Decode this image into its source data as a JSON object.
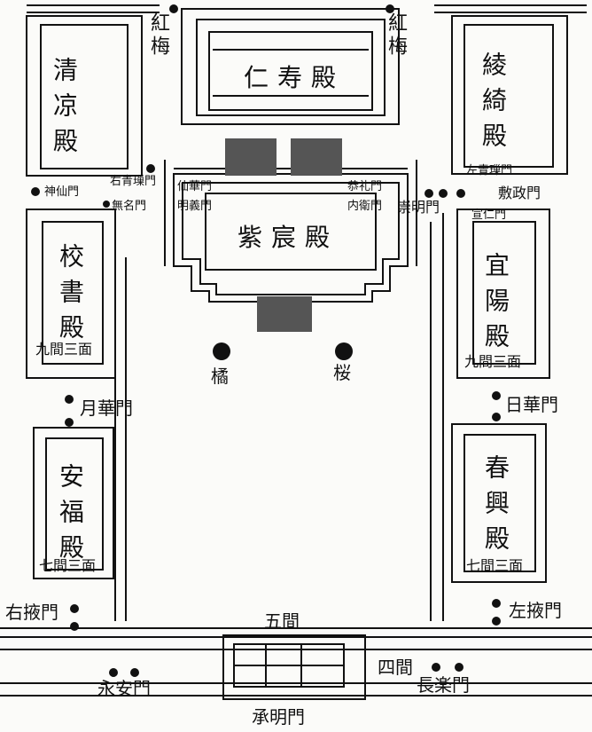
{
  "halls": {
    "jijuden": "仁寿殿",
    "shishinden": "紫宸殿",
    "seiryoden": "清凉殿",
    "ryokiden": "綾綺殿",
    "kyoshoden": "校書殿",
    "giyoden": "宜陽殿",
    "anpukuden": "安福殿",
    "shunkoden": "春興殿"
  },
  "trees": {
    "left": "橘",
    "right": "桜",
    "plum_left": "紅梅",
    "plum_right": "紅梅"
  },
  "gates": {
    "shinsen": "神仙門",
    "ushoki": "右青璅門",
    "mumei": "無名門",
    "senka": "仙華門",
    "meigi": "明義門",
    "kyorei": "恭礼門",
    "naiga": "内衛門",
    "sumei": "崇明門",
    "saseiso": "左青璅門",
    "fusei": "敷政門",
    "senjin": "宣仁門",
    "gekka": "月華門",
    "nikka": "日華門",
    "uyo": "右掖門",
    "sayo": "左掖門",
    "eian": "永安門",
    "choraku": "長楽門",
    "shomei": "承明門"
  },
  "bays": {
    "kyusho_left": "九間三面",
    "kyusho_right": "九間三面",
    "shichi_left": "七間三面",
    "shichi_right": "七間三面",
    "gokan": "五間",
    "shikan": "四間"
  }
}
